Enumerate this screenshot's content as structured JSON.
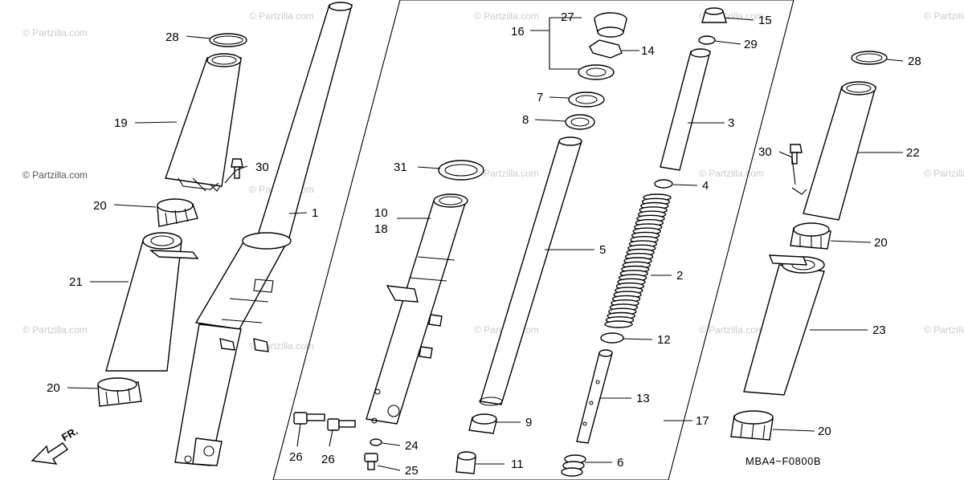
{
  "watermark_text": "© Partzilla.com",
  "diagram_code": "MBA4−F0800B",
  "direction_label": "FR.",
  "callouts": {
    "c1": "1",
    "c2": "2",
    "c3": "3",
    "c4": "4",
    "c5": "5",
    "c6": "6",
    "c7": "7",
    "c8": "8",
    "c9": "9",
    "c10": "10",
    "c11": "11",
    "c12": "12",
    "c13": "13",
    "c14": "14",
    "c15": "15",
    "c16": "16",
    "c17": "17",
    "c18": "18",
    "c19": "19",
    "c20a": "20",
    "c20b": "20",
    "c20c": "20",
    "c20d": "20",
    "c21": "21",
    "c22": "22",
    "c23": "23",
    "c24": "24",
    "c25": "25",
    "c26a": "26",
    "c26b": "26",
    "c27": "27",
    "c28a": "28",
    "c28b": "28",
    "c29": "29",
    "c30a": "30",
    "c30b": "30",
    "c31": "31"
  }
}
